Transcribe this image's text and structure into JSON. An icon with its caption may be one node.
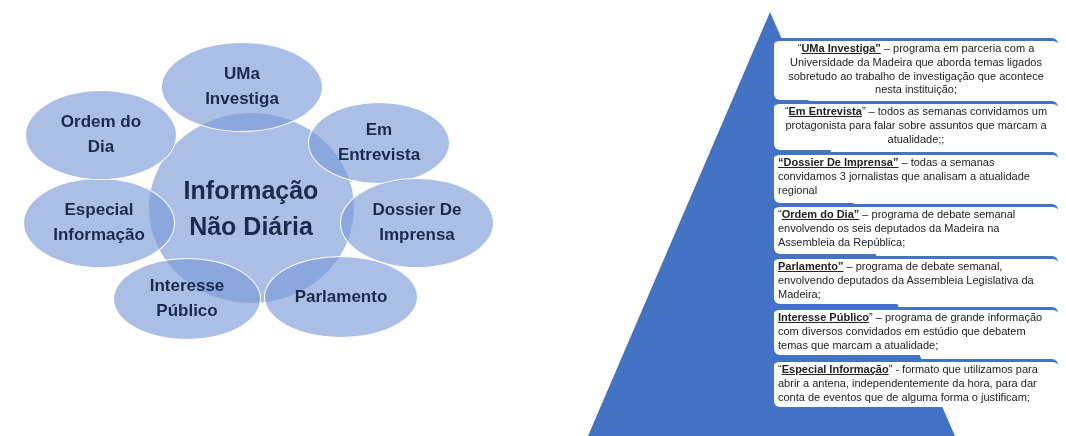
{
  "diagram": {
    "nodes": [
      {
        "text": [
          "Informação Não Diária"
        ]
      },
      {
        "text": [
          "UMa Investiga"
        ]
      },
      {
        "text": [
          "Em Entrevista"
        ]
      },
      {
        "text": [
          "Dossier De Imprensa"
        ]
      },
      {
        "text": [
          "Parlamento"
        ]
      },
      {
        "text": [
          "Interesse Público"
        ]
      },
      {
        "text": [
          "Especial Informação"
        ]
      },
      {
        "text": [
          "Ordem do Dia"
        ]
      },
      {
        "text": [],
        "shape": "triangle"
      },
      {
        "text": [
          "“**UMa Investiga”** – programa em parceria com a Universidade da Madeira que aborda temas ligados sobretudo ao trabalho de investigação que acontece nesta instituição;"
        ]
      },
      {
        "text": [
          "“**Em Entrevista**” – todos as semanas convidamos um protagonista para falar sobre assuntos que marcam a atualidade;;"
        ]
      },
      {
        "text": [
          "**“Dossier De Imprensa”** – todas a semanas convidamos 3 jornalistas que analisam a atualidade regional"
        ]
      },
      {
        "text": [
          "“**Ordem do Dia”** – programa de debate semanal envolvendo os seis deputados da Madeira na Assembleia da República;"
        ]
      },
      {
        "text": [
          "**Parlamento”** – programa de debate semanal, envolvendo deputados da Assembleia Legislativa da Madeira;"
        ]
      },
      {
        "text": [
          "**Interesse Público**” – programa de grande informação com diversos convidados em estúdio que debatem temas que marcam a atualidade;"
        ]
      },
      {
        "text": [
          "“**Especial Informação**” - formato que utilizamos para abrir a antena, independentemente da hora, para dar conta de eventos que de alguma forma o justificam;"
        ]
      }
    ]
  }
}
